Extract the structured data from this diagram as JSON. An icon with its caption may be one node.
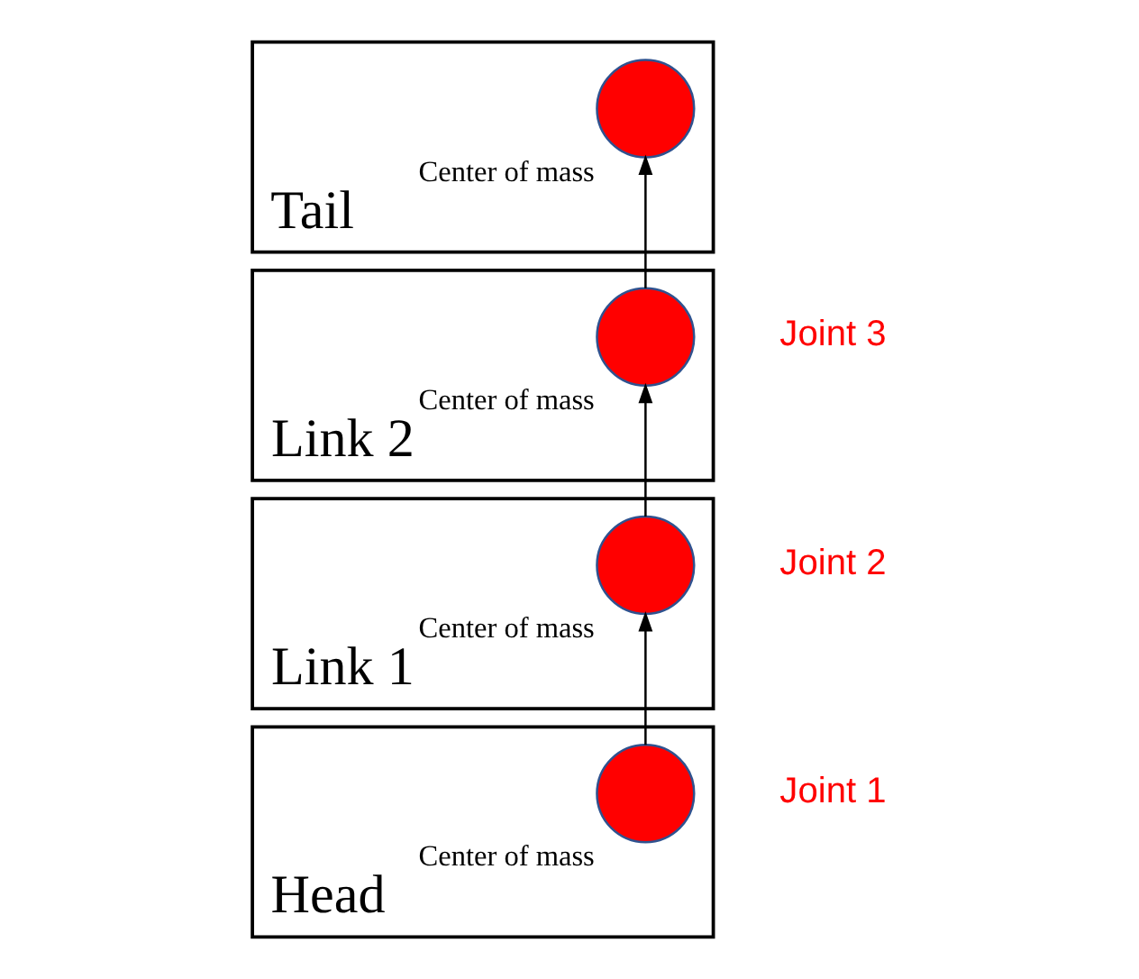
{
  "diagram": {
    "nodes": [
      {
        "text": [
          "Tail"
        ]
      },
      {
        "text": [],
        "shape": "circle",
        "in": 0,
        "beside": [
          "Center of mass"
        ]
      },
      {
        "text": [
          "Link 2"
        ]
      },
      {
        "text": [],
        "shape": "circle",
        "in": 2,
        "beside": [
          "Center of mass"
        ]
      },
      {
        "text": [
          "Link 1"
        ]
      },
      {
        "text": [],
        "shape": "circle",
        "in": 4,
        "beside": [
          "Center of mass"
        ]
      },
      {
        "text": [
          "Head"
        ]
      },
      {
        "text": [],
        "shape": "circle",
        "in": 6,
        "beside": [
          "Center of mass"
        ]
      }
    ],
    "edges": [
      {
        "from": 7,
        "to": 5,
        "arrow": "to"
      },
      {
        "from": 5,
        "to": 3,
        "arrow": "to"
      },
      {
        "from": 3,
        "to": 1,
        "arrow": "to"
      }
    ],
    "labels": [
      "Joint 3",
      "Joint 2",
      "Joint 1"
    ]
  }
}
